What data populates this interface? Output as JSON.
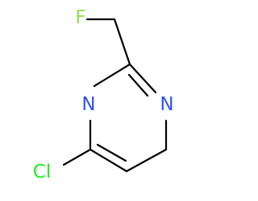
{
  "molecule": {
    "atoms": {
      "fluorine": {
        "symbol": "F",
        "color": "#90e050"
      },
      "n_left": {
        "symbol": "N",
        "color": "#3050f8"
      },
      "n_right": {
        "symbol": "N",
        "color": "#3050f8"
      },
      "chlorine": {
        "symbol": "Cl",
        "color": "#1ff01f"
      }
    },
    "bond_color": "#000000"
  }
}
